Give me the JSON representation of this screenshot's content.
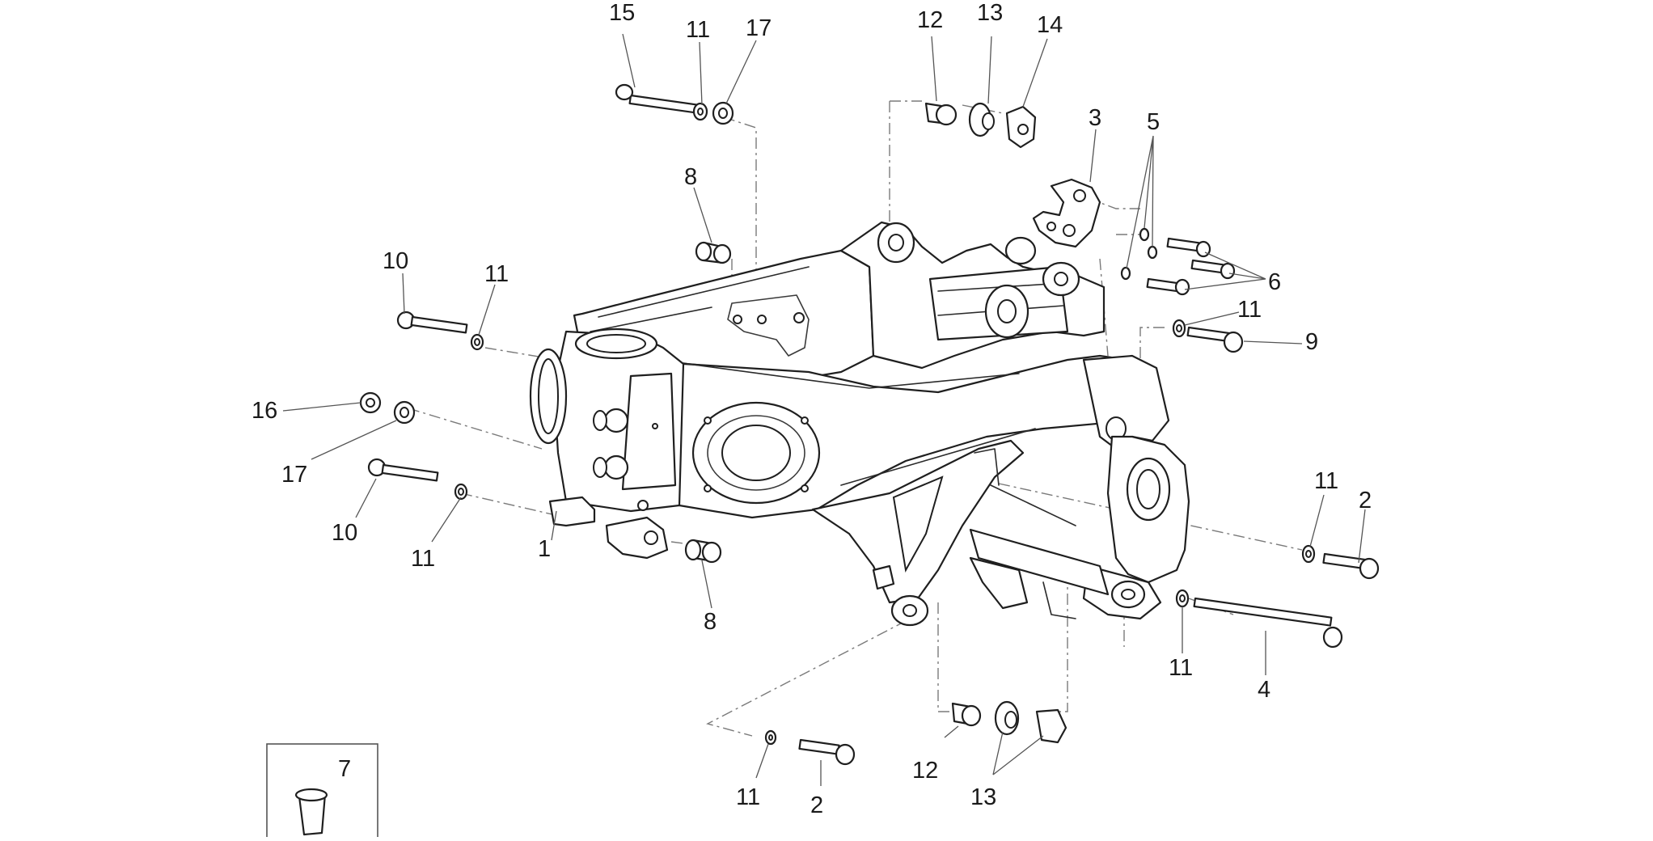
{
  "diagram": {
    "callouts": {
      "c15": "15",
      "c11a": "11",
      "c17a": "17",
      "c12a": "12",
      "c13a": "13",
      "c14": "14",
      "c3": "3",
      "c5": "5",
      "c8a": "8",
      "c6": "6",
      "c10a": "10",
      "c11b": "11",
      "c11c": "11",
      "c9": "9",
      "c16": "16",
      "c17b": "17",
      "c10b": "10",
      "c11d": "11",
      "c1": "1",
      "c11e": "11",
      "c2a": "2",
      "c8b": "8",
      "c11f": "11",
      "c4": "4",
      "c7": "7",
      "c12b": "12",
      "c13b": "13",
      "c11g": "11",
      "c2b": "2"
    }
  }
}
